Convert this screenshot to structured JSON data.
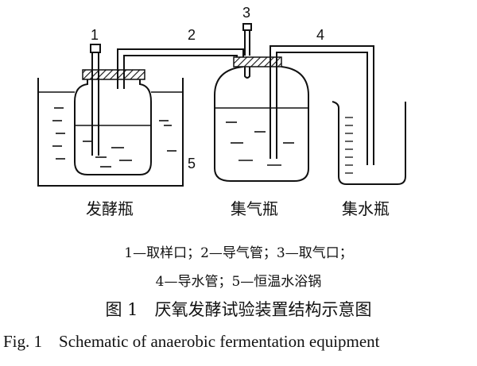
{
  "labels": {
    "sampling_port": "1",
    "gas_tube": "2",
    "gas_port": "3",
    "water_tube": "4",
    "water_bath": "5"
  },
  "bottles": {
    "fermentation": "发酵瓶",
    "gas_collection": "集气瓶",
    "water_collection": "集水瓶"
  },
  "legend": {
    "line1": "1—取样口；2—导气管；3—取气口；",
    "line2": "4—导水管；5—恒温水浴锅"
  },
  "caption": {
    "cn": "图 1　厌氧发酵试验装置结构示意图",
    "en": "Fig. 1　Schematic of anaerobic fermentation equipment"
  }
}
